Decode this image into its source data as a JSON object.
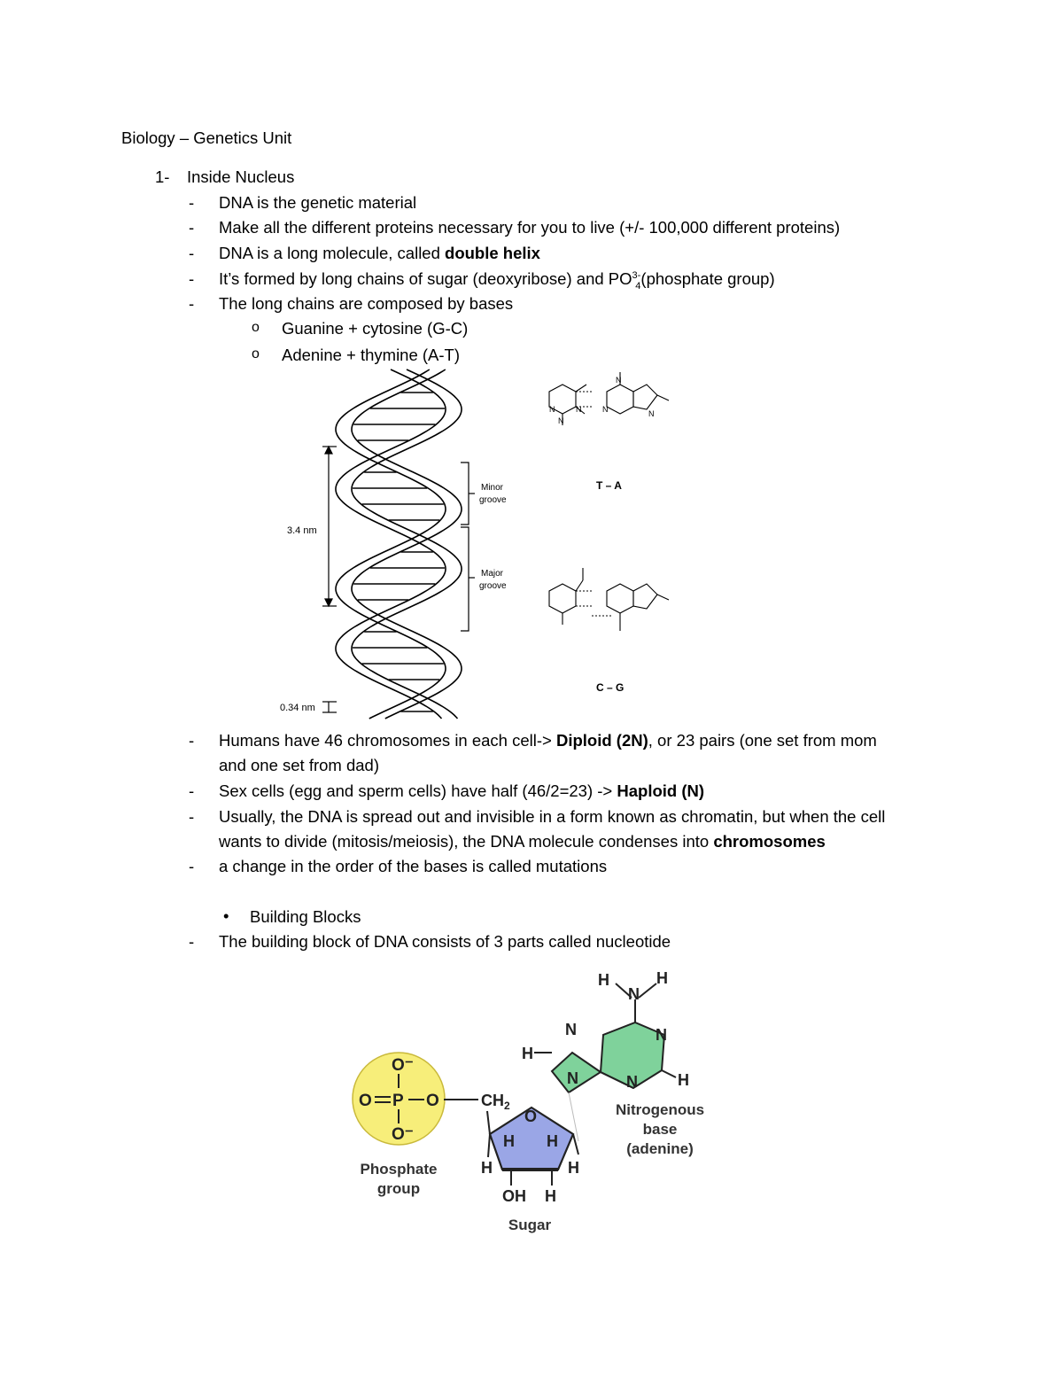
{
  "title": "Biology – Genetics Unit",
  "section": {
    "number": "1-",
    "heading": "Inside Nucleus"
  },
  "bullets_top": [
    {
      "text": "DNA is the genetic material"
    },
    {
      "text": "Make all the different proteins necessary for you to live (+/- 100,000 different proteins)"
    },
    {
      "pre": "DNA is a long molecule, called ",
      "bold": "double helix"
    },
    {
      "pre": "It’s formed by long chains of sugar (deoxyribose) and PO",
      "sup": "3-",
      "sub": "4",
      "post": "(phosphate group)"
    },
    {
      "text": "The long chains are composed by bases"
    }
  ],
  "base_pairs": [
    "Guanine + cytosine (G-C)",
    "Adenine + thymine (A-T)"
  ],
  "sub_marker": "o",
  "dash": "-",
  "helix_figure": {
    "pitch_label": "3.4 nm",
    "rise_label": "0.34 nm",
    "minor_groove": [
      "Minor",
      "groove"
    ],
    "major_groove": [
      "Major",
      "groove"
    ],
    "pair_ta": "T – A",
    "pair_cg": "C – G"
  },
  "bullets_mid": [
    {
      "pre": "Humans have 46 chromosomes in each cell-> ",
      "bold": "Diploid (2N)",
      "post": ", or 23 pairs (one set from mom",
      "line2": "and one set from dad)"
    },
    {
      "pre": "Sex cells (egg and sperm cells) have half (46/2=23) -> ",
      "bold": "Haploid (N)"
    },
    {
      "pre": "Usually, the DNA is spread out and invisible in a form known as chromatin, but when the cell",
      "line2_pre": "wants to divide (mitosis/meiosis), the DNA molecule condenses into ",
      "line2_bold": "chromosomes"
    },
    {
      "text": "a change in the order of the bases is called mutations"
    }
  ],
  "building_blocks": {
    "bullet": "•",
    "heading": "Building Blocks",
    "line": "The building block of DNA consists of 3 parts called nucleotide"
  },
  "nucleotide": {
    "phosphate_o_top": "O⁻",
    "phosphate_o_left": "O",
    "phosphate_p": "P",
    "phosphate_o_right": "O",
    "phosphate_o_bottom": "O⁻",
    "phosphate_label": [
      "Phosphate",
      "group"
    ],
    "ch2": "CH",
    "ch2_sub": "2",
    "sugar_o": "O",
    "sugar_label": "Sugar",
    "oh": "OH",
    "h": "H",
    "n": "N",
    "base_label": [
      "Nitrogenous",
      "base",
      "(adenine)"
    ],
    "colors": {
      "phosphate": "#f7ee7a",
      "sugar": "#9aa6e6",
      "base": "#7fd29b"
    }
  }
}
